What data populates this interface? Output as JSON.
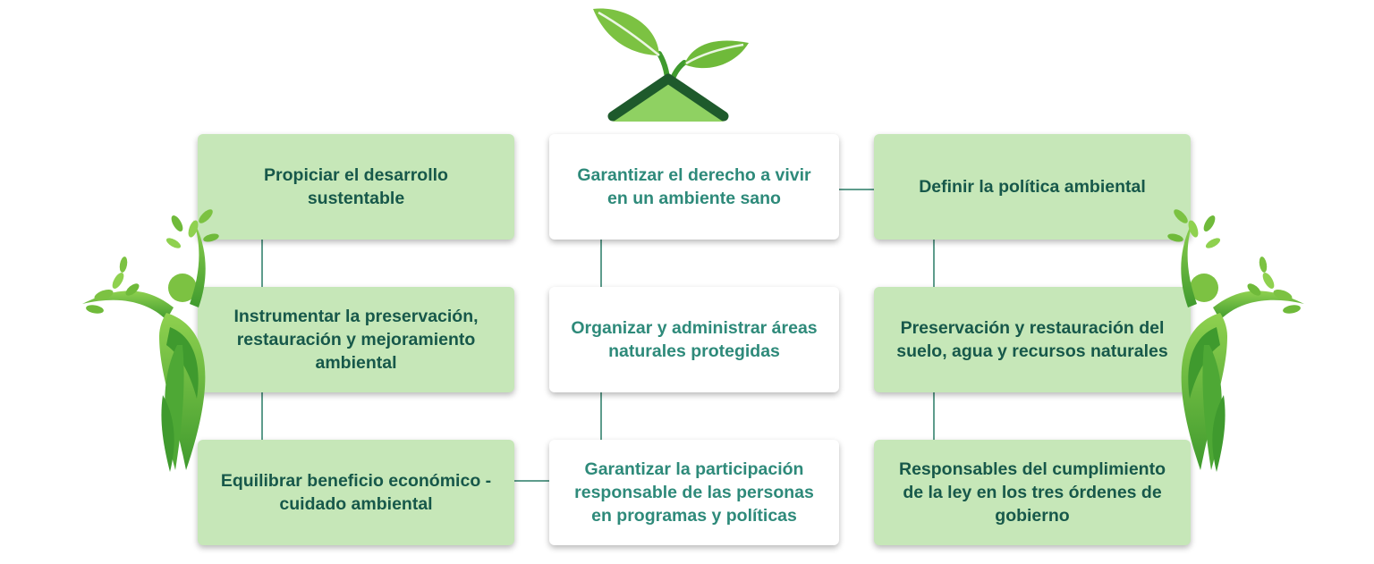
{
  "diagram": {
    "columns": [
      {
        "id": "left",
        "style": "green",
        "boxes": [
          {
            "text": "Propiciar el desarrollo sustentable"
          },
          {
            "text": "Instrumentar la preservación, restauración y mejoramiento ambiental"
          },
          {
            "text": "Equilibrar beneficio económico - cuidado ambiental"
          }
        ]
      },
      {
        "id": "middle",
        "style": "white",
        "boxes": [
          {
            "text": "Garantizar el derecho a vivir en un ambiente sano"
          },
          {
            "text": "Organizar y administrar áreas naturales protegidas"
          },
          {
            "text": "Garantizar la participación responsable de las personas en programas y políticas"
          }
        ]
      },
      {
        "id": "right",
        "style": "green",
        "boxes": [
          {
            "text": "Definir la política ambiental"
          },
          {
            "text": "Preservación y restauración del suelo, agua y recursos naturales"
          },
          {
            "text": "Responsables del cumplimiento de la ley en los tres órdenes de gobierno"
          }
        ]
      }
    ]
  },
  "colors": {
    "green_box": "#c6e7b8",
    "green_box_text": "#17584a",
    "white_box_text": "#2e8a7a",
    "connector": "#5e9c8c",
    "leaf_light": "#8fd14f",
    "leaf_dark": "#3f9a2e",
    "roof_dark": "#1e5a2c"
  },
  "decorations": {
    "top_logo": "sprout-roof-icon",
    "left_figure": "leafy-human-figure-icon",
    "right_figure": "leafy-human-figure-icon"
  }
}
